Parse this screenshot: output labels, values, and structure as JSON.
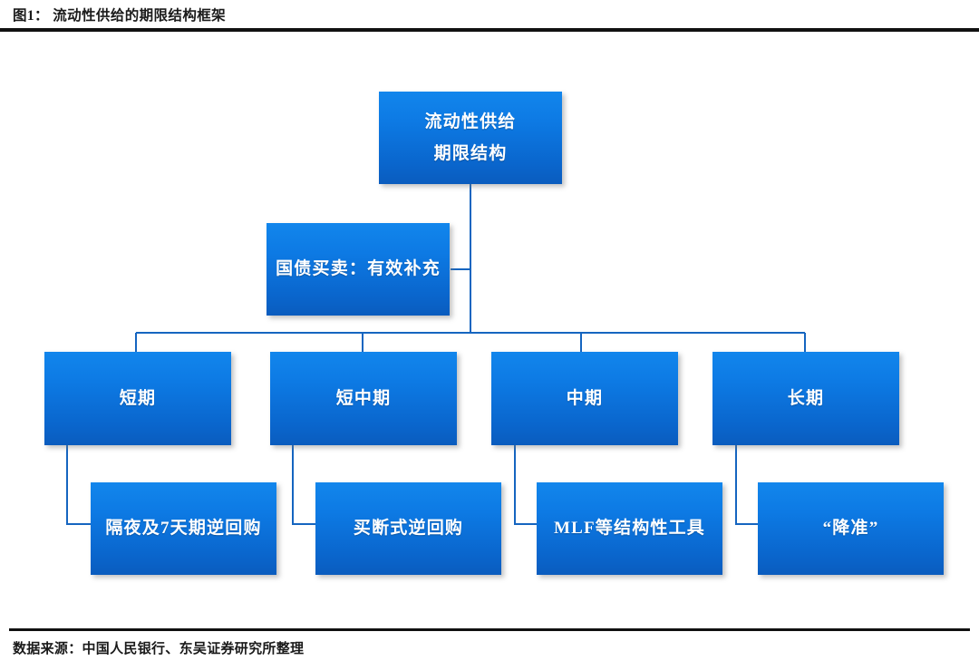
{
  "header": {
    "figure_label": "图1：",
    "title": "流动性供给的期限结构框架",
    "full_title": "图1：  流动性供给的期限结构框架"
  },
  "footer": {
    "source": "数据来源：中国人民银行、东吴证券研究所整理"
  },
  "colors": {
    "box_fill_top": "#1286ec",
    "box_fill_bottom": "#0a5cbe",
    "connector": "#1565c0",
    "rule": "#111111",
    "text_on_box": "#ffffff",
    "title_text": "#1a1a1a"
  },
  "chart_data": {
    "type": "diagram",
    "title": "流动性供给的期限结构框架",
    "orientation": "top-down tree",
    "nodes": [
      {
        "id": "root",
        "label_lines": [
          "流动性供给",
          "期限结构"
        ],
        "tier": 0
      },
      {
        "id": "aux",
        "label_lines": [
          "国债买卖：有效补充"
        ],
        "tier": 1
      },
      {
        "id": "t1",
        "label_lines": [
          "短期"
        ],
        "tier": 2
      },
      {
        "id": "t2",
        "label_lines": [
          "短中期"
        ],
        "tier": 2
      },
      {
        "id": "t3",
        "label_lines": [
          "中期"
        ],
        "tier": 2
      },
      {
        "id": "t4",
        "label_lines": [
          "长期"
        ],
        "tier": 2
      },
      {
        "id": "l1",
        "label_lines": [
          "隔夜及7天期逆回购"
        ],
        "tier": 3
      },
      {
        "id": "l2",
        "label_lines": [
          "买断式逆回购"
        ],
        "tier": 3
      },
      {
        "id": "l3",
        "label_lines": [
          "MLF等结构性工具"
        ],
        "tier": 3
      },
      {
        "id": "l4",
        "label_lines": [
          "“降准”"
        ],
        "tier": 3
      }
    ],
    "edges": [
      {
        "from": "root",
        "to": "aux"
      },
      {
        "from": "root",
        "to": "t1"
      },
      {
        "from": "root",
        "to": "t2"
      },
      {
        "from": "root",
        "to": "t3"
      },
      {
        "from": "root",
        "to": "t4"
      },
      {
        "from": "t1",
        "to": "l1"
      },
      {
        "from": "t2",
        "to": "l2"
      },
      {
        "from": "t3",
        "to": "l3"
      },
      {
        "from": "t4",
        "to": "l4"
      }
    ]
  },
  "nodes": {
    "root": {
      "line1": "流动性供给",
      "line2": "期限结构"
    },
    "aux": {
      "line1": "国债买卖：有效补充"
    },
    "tier2": [
      {
        "label": "短期"
      },
      {
        "label": "短中期"
      },
      {
        "label": "中期"
      },
      {
        "label": "长期"
      }
    ],
    "tier3": [
      {
        "label": "隔夜及7天期逆回购"
      },
      {
        "label": "买断式逆回购"
      },
      {
        "label": "MLF等结构性工具"
      },
      {
        "label": "“降准”"
      }
    ]
  }
}
